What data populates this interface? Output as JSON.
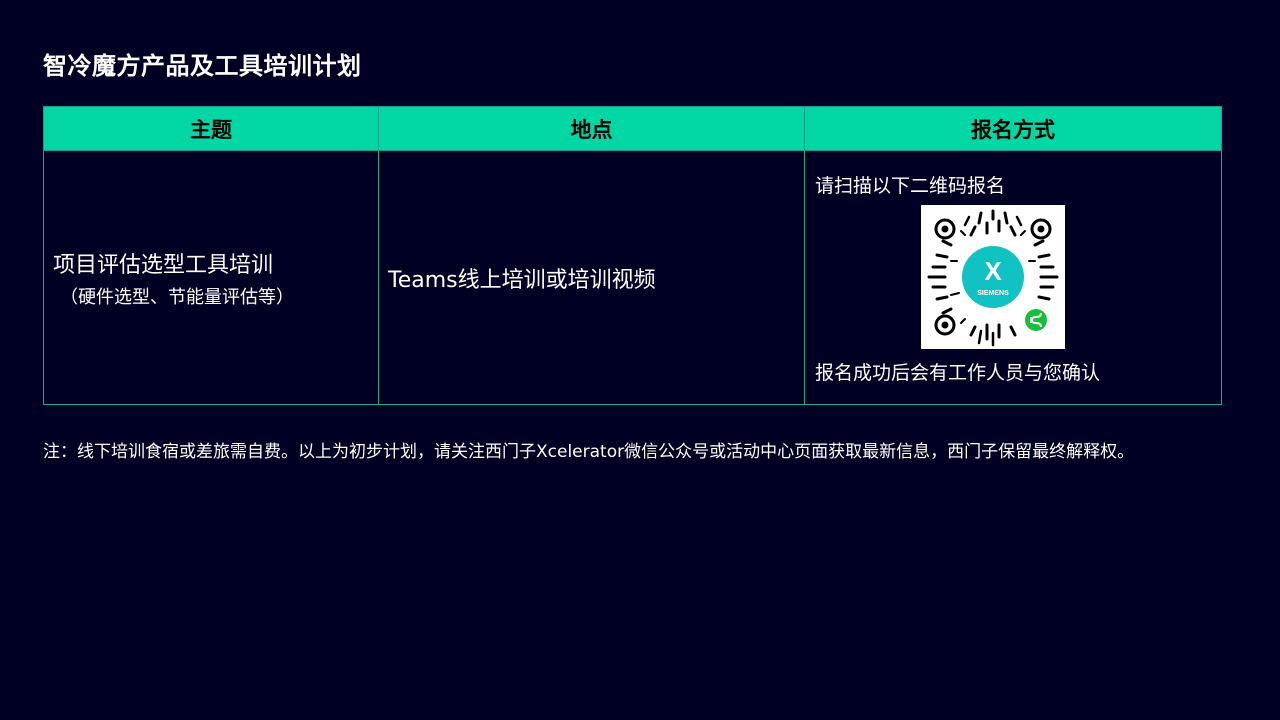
{
  "slide": {
    "title": "智冷魔方产品及工具培训计划",
    "table": {
      "headers": {
        "topic": "主题",
        "location": "地点",
        "registration": "报名方式"
      },
      "row": {
        "topic_main": "项目评估选型工具培训",
        "topic_sub": "（硬件选型、节能量评估等）",
        "location": "Teams线上培训或培训视频",
        "registration_top": "请扫描以下二维码报名",
        "registration_bottom": "报名成功后会有工作人员与您确认"
      }
    },
    "note": "注：线下培训食宿或差旅需自费。以上为初步计划，请关注西门子Xcelerator微信公众号或活动中心页面获取最新信息，西门子保留最终解释权。",
    "qr": {
      "logo_text": "SIEMENS",
      "logo_mark": "X",
      "logo_color": "#10c2c2",
      "badge_color": "#14c03a"
    },
    "colors": {
      "background": "#000024",
      "header_fill": "#00d7a4",
      "border": "#1fa989"
    }
  }
}
